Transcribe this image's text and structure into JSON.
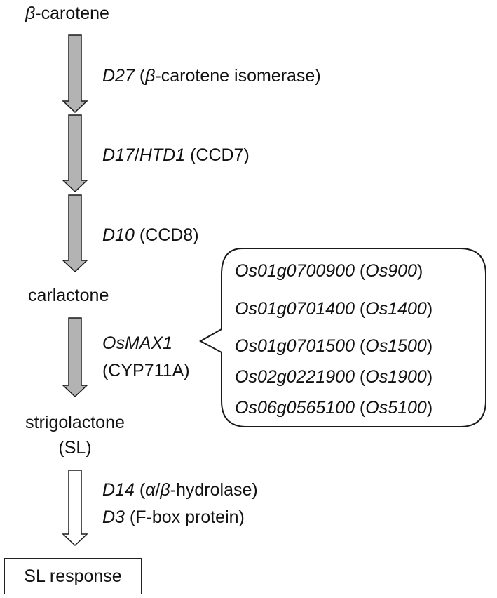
{
  "pathway": {
    "beta_carotene_prefix": "β",
    "beta_carotene_rest": "-carotene",
    "step1": {
      "gene": "D27",
      "open": " (",
      "greek": "β",
      "rest": "-carotene isomerase)"
    },
    "step2": {
      "gene_a": "D17",
      "slash": "/",
      "gene_b": "HTD1",
      "enzyme": " (CCD7)"
    },
    "step3": {
      "gene": "D10",
      "enzyme": " (CCD8)"
    },
    "carlactone": "carlactone",
    "step4": {
      "gene": "OsMAX1",
      "enzyme": "(CYP711A)"
    },
    "strigolactone": "strigolactone",
    "sl_abbrev": "(SL)",
    "step5": {
      "gene1": "D14",
      "open": " (",
      "alpha": "α",
      "slash": "/",
      "beta": "β",
      "rest1": "-hydrolase)",
      "gene2": "D3",
      "rest2": " (F-box protein)"
    },
    "response": "SL response"
  },
  "paralogs": [
    {
      "locus": "Os01g0700900",
      "short": "Os900"
    },
    {
      "locus": "Os01g0701400",
      "short": "Os1400"
    },
    {
      "locus": "Os01g0701500",
      "short": "Os1500"
    },
    {
      "locus": "Os02g0221900",
      "short": "Os1900"
    },
    {
      "locus": "Os06g0565100",
      "short": "Os5100"
    }
  ],
  "colors": {
    "filled_arrow": "#b3b3b3",
    "stroke": "#1a1a1a",
    "open_arrow": "#ffffff"
  }
}
